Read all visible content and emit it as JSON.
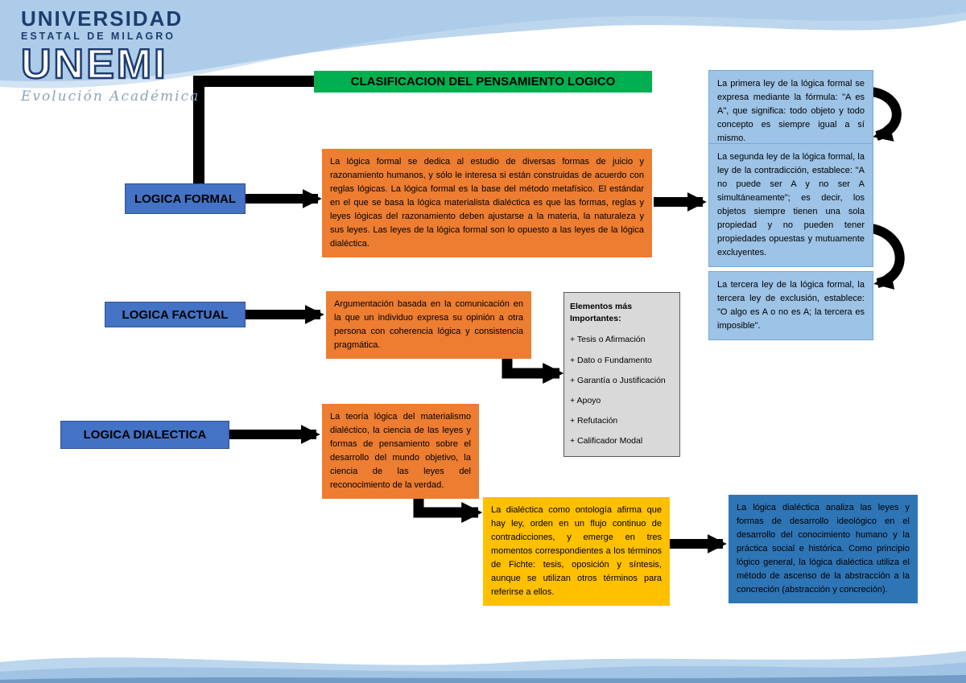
{
  "colors": {
    "green": "#00B050",
    "lightblue": "#9DC3E6",
    "blue": "#4472C4",
    "orange": "#ED7D31",
    "yellow": "#FFC000",
    "deepblue": "#2E75B6",
    "gray": "#D9D9D9",
    "navy": "#1F3C6E",
    "arrow": "#000000"
  },
  "logo": {
    "line1": "UNIVERSIDAD",
    "line2": "ESTATAL DE MILAGRO",
    "acronym": "UNEMI",
    "tagline": "Evolución Académica"
  },
  "title": "CLASIFICACION DEL PENSAMIENTO LOGICO",
  "laws": {
    "first": "La primera ley de la lógica formal se expresa mediante la fórmula: \"A es A\", que significa: todo objeto y todo concepto es siempre igual a sí mismo.",
    "second": "La segunda ley de la lógica formal, la ley de la contradicción, establece: \"A no puede ser A y no ser A simultáneamente\"; es decir, los objetos siempre tienen una sola propiedad y no pueden tener propiedades opuestas y mutuamente excluyentes.",
    "third": "La tercera ley de la lógica formal, la tercera ley de exclusión, establece: \"O algo es A o no es A; la tercera es imposible\"."
  },
  "formal": {
    "label": "LOGICA FORMAL",
    "description": "La lógica formal se dedica al estudio de diversas formas de juicio y razonamiento humanos, y sólo le interesa si están construidas de acuerdo con reglas lógicas. La lógica formal es la base del método metafísico. El estándar en el que se basa la lógica materialista dialéctica es que las formas, reglas y leyes lógicas del razonamiento deben ajustarse a la materia, la naturaleza y sus leyes. Las leyes de la lógica formal son lo opuesto a las leyes de la lógica dialéctica."
  },
  "factual": {
    "label": "LOGICA FACTUAL",
    "description": "Argumentación basada en la comunicación en la que un individuo expresa su opinión a otra persona con coherencia lógica y consistencia pragmática.",
    "elements_title": "Elementos más Importantes:",
    "elements": [
      "+ Tesis o Afirmación",
      "+ Dato o Fundamento",
      "+ Garantía o Justificación",
      "+ Apoyo",
      "+ Refutación",
      "+ Calificador Modal"
    ]
  },
  "dialectic": {
    "label": "LOGICA DIALECTICA",
    "description": "La teoría lógica del materialismo dialéctico, la ciencia de las leyes y formas de pensamiento sobre el desarrollo del mundo objetivo, la ciencia de las leyes del reconocimiento de la verdad.",
    "ontology": "La dialéctica como ontología afirma que hay ley, orden en un flujo continuo de contradicciones, y emerge en tres momentos correspondientes a los términos de Fichte: tesis, oposición y síntesis, aunque se utilizan otros términos para referirse a ellos.",
    "analysis": "La lógica dialéctica analiza las leyes y formas de desarrollo ideológico en el desarrollo del conocimiento humano y la práctica social e histórica. Como principio lógico general, la lógica dialéctica utiliza el método de ascenso de la abstracción a la concreción (abstracción y concreción)."
  }
}
